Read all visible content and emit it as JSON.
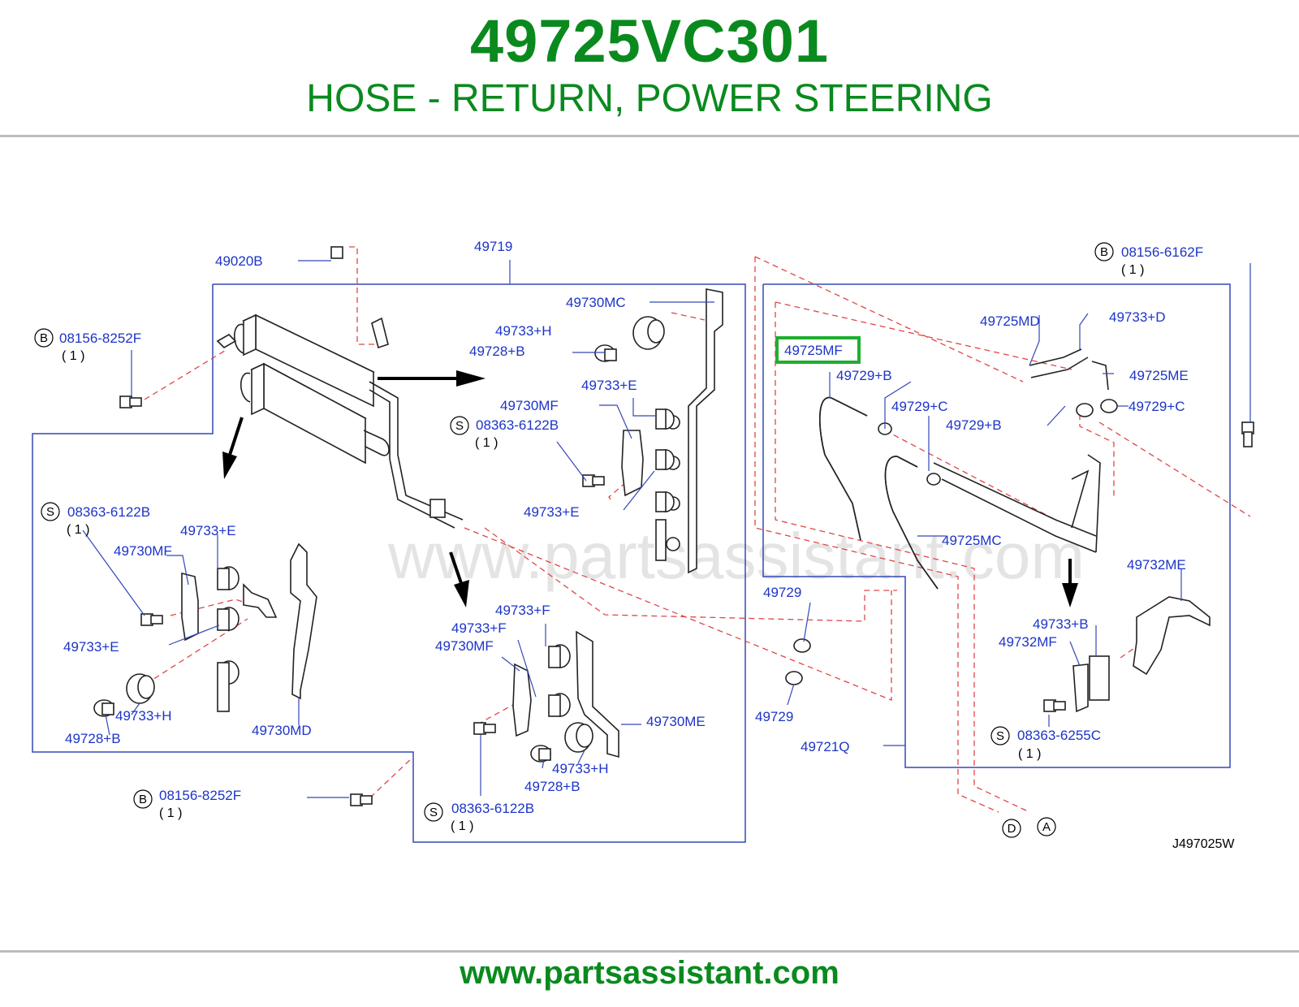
{
  "header": {
    "part_number": "49725VC301",
    "part_name": "HOSE - RETURN, POWER STEERING"
  },
  "footer": {
    "url": "www.partsassistant.com"
  },
  "watermark": "www.partsassistant.com",
  "diagram_code": "J497025W",
  "highlight_color": "#1fae2f",
  "title_color": "#0a8a1e",
  "label_color": "#1c34c8",
  "labels": {
    "l_49020B": "49020B",
    "l_49719": "49719",
    "l_08156_6162F": "08156-6162F",
    "q_6162F": "( 1 )",
    "l_08156_8252F_a": "08156-8252F",
    "q_8252F_a": "( 1 )",
    "l_49730MC": "49730MC",
    "l_49733H_a": "49733+H",
    "l_49728B_a": "49728+B",
    "l_49733E_a": "49733+E",
    "l_49730MF_a": "49730MF",
    "l_08363_6122B_a": "08363-6122B",
    "q_6122B_a": "( 1 )",
    "l_49733E_b": "49733+E",
    "l_08363_6122B_b": "08363-6122B",
    "q_6122B_b": "( 1 )",
    "l_49733E_c": "49733+E",
    "l_49730MF_b": "49730MF",
    "l_49733E_d": "49733+E",
    "l_49733H_b": "49733+H",
    "l_49728B_b": "49728+B",
    "l_49730MD": "49730MD",
    "l_08156_8252F_b": "08156-8252F",
    "q_8252F_b": "( 1 )",
    "l_49733F_a": "49733+F",
    "l_49733F_b": "49733+F",
    "l_49730MF_c": "49730MF",
    "l_49730ME": "49730ME",
    "l_49733H_c": "49733+H",
    "l_49728B_c": "49728+B",
    "l_08363_6122B_c": "08363-6122B",
    "q_6122B_c": "( 1 )",
    "l_49725MD": "49725MD",
    "l_49733D": "49733+D",
    "l_49725MF": "49725MF",
    "l_49729B_a": "49729+B",
    "l_49725ME": "49725ME",
    "l_49729C_a": "49729+C",
    "l_49729C_b": "49729+C",
    "l_49729B_b": "49729+B",
    "l_49725MC": "49725MC",
    "l_49732ME": "49732ME",
    "l_49729_a": "49729",
    "l_49729_b": "49729",
    "l_49733B": "49733+B",
    "l_49732MF": "49732MF",
    "l_08363_6255C": "08363-6255C",
    "q_6255C": "( 1 )",
    "l_49721Q": "49721Q",
    "c_B": "B",
    "c_S": "S",
    "c_D": "D",
    "c_A": "A"
  }
}
